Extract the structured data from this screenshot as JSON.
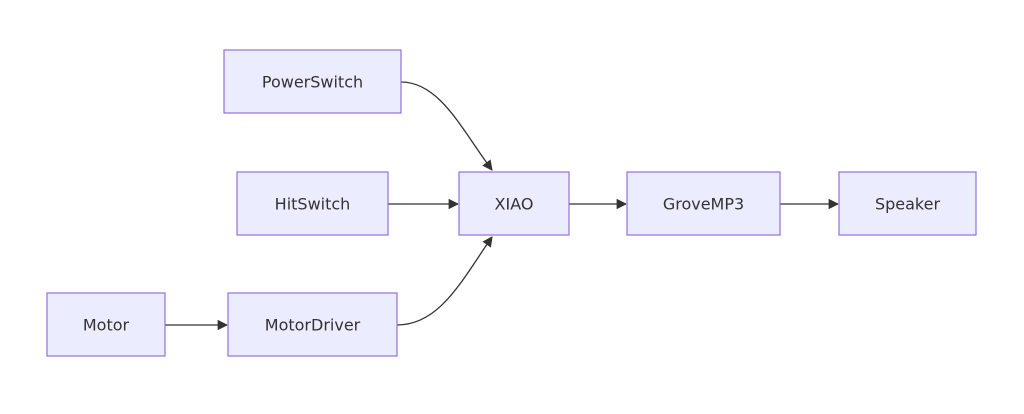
{
  "diagram": {
    "type": "flowchart",
    "direction": "left-to-right",
    "nodes": [
      {
        "id": "powerswitch",
        "label": "PowerSwitch"
      },
      {
        "id": "hitswitch",
        "label": "HitSwitch"
      },
      {
        "id": "motor",
        "label": "Motor"
      },
      {
        "id": "motordriver",
        "label": "MotorDriver"
      },
      {
        "id": "xiao",
        "label": "XIAO"
      },
      {
        "id": "grovemp3",
        "label": "GroveMP3"
      },
      {
        "id": "speaker",
        "label": "Speaker"
      }
    ],
    "edges": [
      {
        "from": "powerswitch",
        "to": "xiao"
      },
      {
        "from": "hitswitch",
        "to": "xiao"
      },
      {
        "from": "motor",
        "to": "motordriver"
      },
      {
        "from": "motordriver",
        "to": "xiao"
      },
      {
        "from": "xiao",
        "to": "grovemp3"
      },
      {
        "from": "grovemp3",
        "to": "speaker"
      }
    ],
    "colors": {
      "node_fill": "#ececff",
      "node_border": "#9370db",
      "edge": "#333333",
      "text": "#333333"
    }
  }
}
